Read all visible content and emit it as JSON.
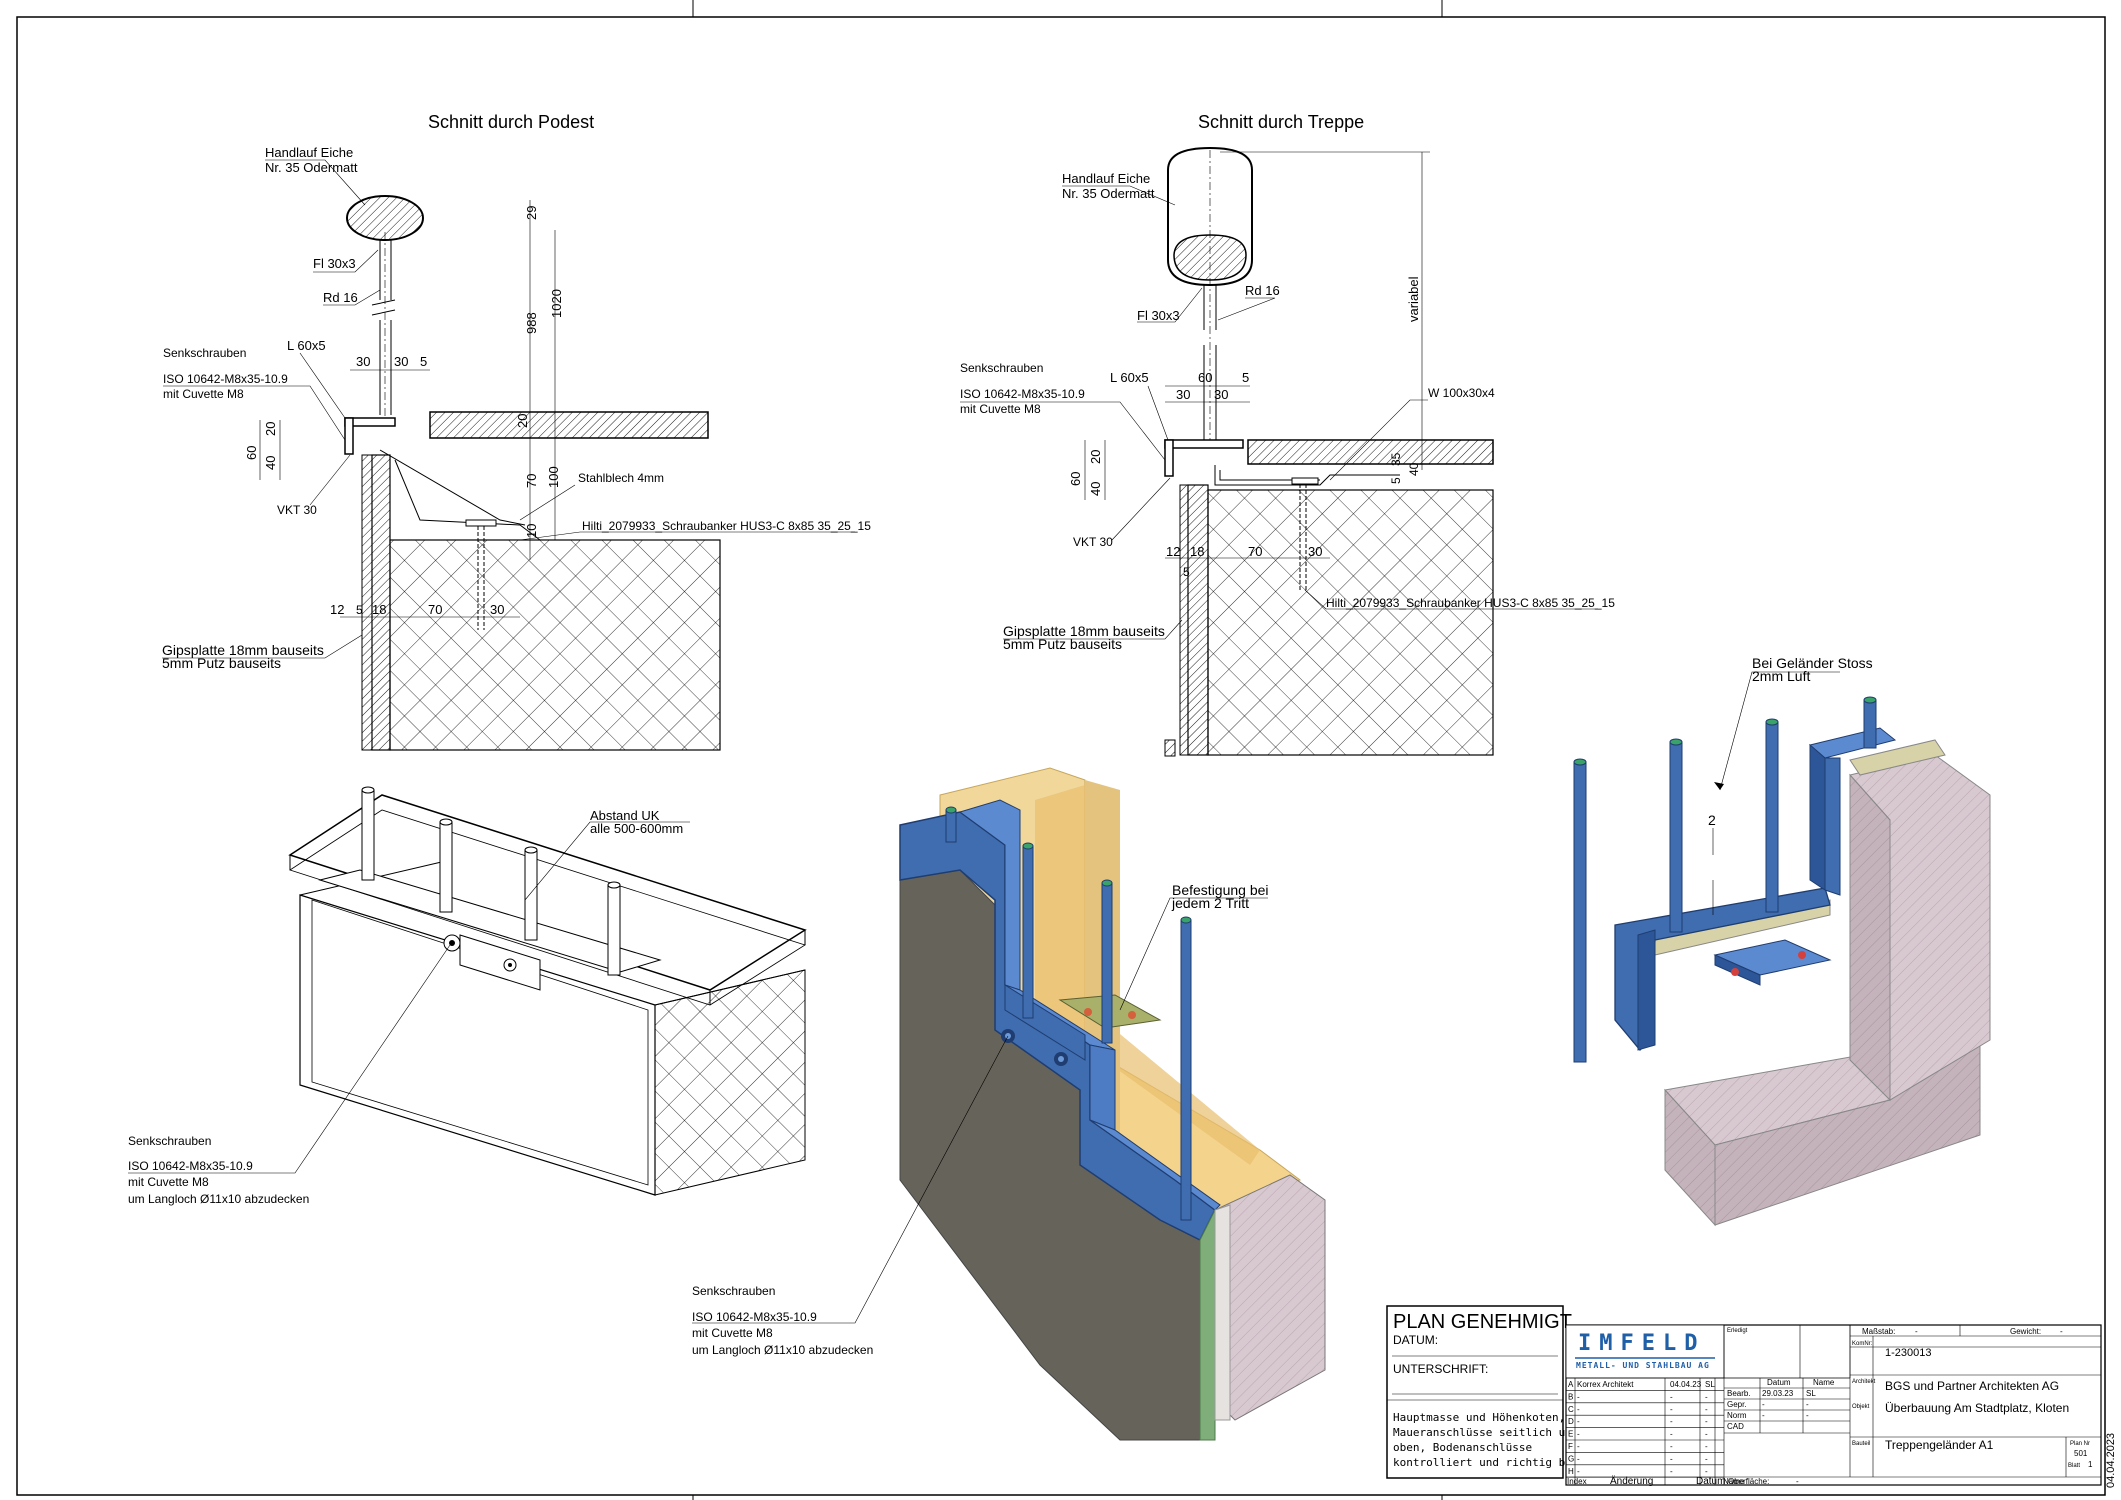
{
  "sections": {
    "podest": {
      "title": "Schnitt durch Podest",
      "handrail": [
        "Handlauf Eiche",
        "Nr. 35 Odermatt"
      ],
      "flat_bar": "Fl 30x3",
      "rod": "Rd 16",
      "angle": "L 60x5",
      "screws": [
        "Senkschrauben",
        "ISO 10642-M8x35-10.9",
        "mit Cuvette M8"
      ],
      "vkt": "VKT 30",
      "steel_sheet": "Stahlblech 4mm",
      "anchor": "Hilti_2079933_Schraubanker HUS3-C 8x85 35_25_15",
      "plaster": [
        "Gipsplatte 18mm bauseits",
        "5mm Putz bauseits"
      ],
      "dims": [
        "29",
        "1020",
        "988",
        "30",
        "30",
        "5",
        "20",
        "60",
        "40",
        "20",
        "70",
        "100",
        "10",
        "12",
        "5",
        "18",
        "70",
        "30"
      ]
    },
    "treppe": {
      "title": "Schnitt durch Treppe",
      "handrail": [
        "Handlauf Eiche",
        "Nr. 35 Odermatt"
      ],
      "flat_bar": "Fl 30x3",
      "rod": "Rd 16",
      "angle": "L 60x5",
      "screws": [
        "Senkschrauben",
        "ISO 10642-M8x35-10.9",
        "mit Cuvette M8"
      ],
      "vkt": "VKT 30",
      "w_profile": "W 100x30x4",
      "variable": "variabel",
      "anchor": "Hilti_2079933_Schraubanker HUS3-C 8x85 35_25_15",
      "plaster": [
        "Gipsplatte 18mm bauseits",
        "5mm Putz bauseits"
      ],
      "dims": [
        "60",
        "5",
        "30",
        "30",
        "20",
        "60",
        "40",
        "5",
        "35",
        "40",
        "12",
        "18",
        "70",
        "30",
        "5"
      ]
    }
  },
  "iso_left": {
    "distance": [
      "Abstand UK",
      "alle 500-600mm"
    ],
    "screws": [
      "Senkschrauben",
      "ISO 10642-M8x35-10.9",
      "mit Cuvette M8",
      "um Langloch Ø11x10 abzudecken"
    ]
  },
  "iso_center": {
    "fixing": [
      "Befestigung bei",
      "jedem 2 Tritt"
    ],
    "screws": [
      "Senkschrauben",
      "ISO 10642-M8x35-10.9",
      "mit Cuvette M8",
      "um Langloch Ø11x10 abzudecken"
    ]
  },
  "iso_right": {
    "joint": [
      "Bei Geländer Stoss",
      "2mm Luft"
    ],
    "gap": "2"
  },
  "approval": {
    "title": "PLAN GENEHMIGT",
    "date_label": "DATUM:",
    "signature_label": "UNTERSCHRIFT:",
    "note": [
      "Hauptmasse und Höhenkoten,",
      "Maueranschlüsse seitlich und",
      "oben, Bodenanschlüsse",
      "kontrolliert und richtig befunden"
    ]
  },
  "title_block": {
    "logo": "IMFELD",
    "logo_sub": "METALL- UND STAHLBAU AG",
    "erledigt": "Erledigt",
    "revision_rows": [
      {
        "index": "A",
        "change": "Korrex Architekt",
        "date": "04.04.23",
        "name": "SL"
      },
      {
        "index": "B",
        "change": "-",
        "date": "-",
        "name": "-"
      },
      {
        "index": "C",
        "change": "-",
        "date": "-",
        "name": "-"
      },
      {
        "index": "D",
        "change": "-",
        "date": "-",
        "name": "-"
      },
      {
        "index": "E",
        "change": "-",
        "date": "-",
        "name": "-"
      },
      {
        "index": "F",
        "change": "-",
        "date": "-",
        "name": "-"
      },
      {
        "index": "G",
        "change": "-",
        "date": "-",
        "name": "-"
      },
      {
        "index": "H",
        "change": "-",
        "date": "-",
        "name": "-"
      }
    ],
    "footer": {
      "index": "Index",
      "change": "Änderung",
      "date": "Datum",
      "name": "Name",
      "surface": "Oberfläche:",
      "surface_value": "-"
    },
    "sign_head": {
      "date": "Datum",
      "name": "Name"
    },
    "sign_rows": [
      {
        "role": "Bearb.",
        "date": "29.03.23",
        "name": "SL"
      },
      {
        "role": "Gepr.",
        "date": "-",
        "name": "-"
      },
      {
        "role": "Norm",
        "date": "-",
        "name": "-"
      },
      {
        "role": "CAD",
        "date": "",
        "name": ""
      }
    ],
    "scale_label": "Maßstab:",
    "scale_value": "-",
    "weight_label": "Gewicht:",
    "weight_value": "-",
    "kom_label": "KomNr:",
    "kom_value": "1-230013",
    "architect_label": "Architekt",
    "architect_value": "BGS und Partner Architekten AG",
    "object_label": "Objekt",
    "object_value": "Überbauung Am Stadtplatz, Kloten",
    "part_label": "Bauteil",
    "part_value": "Treppengeländer A1",
    "plan_label": "Plan Nr",
    "plan_value": "501",
    "sheet_label": "Blatt",
    "sheet_value": "1",
    "side_date": "04.04.2023"
  }
}
